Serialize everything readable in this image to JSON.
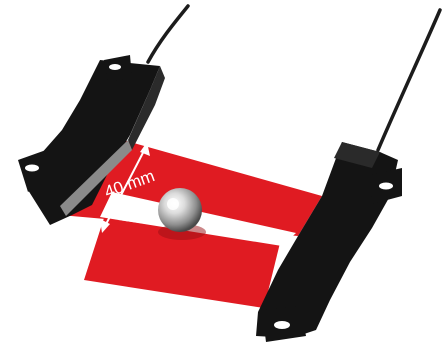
{
  "product": {
    "measurement_label": "40 mm"
  },
  "colors": {
    "background": "#ffffff",
    "light_band": "#e01b22",
    "sensor_body": "#141414",
    "cable": "#1c1c1c",
    "annotation": "#ffffff"
  },
  "icons": {
    "emitter": "fork-sensor-emitter-arm",
    "receiver": "fork-sensor-receiver-arm",
    "object": "steel-ball-icon",
    "dimension": "double-arrow-icon"
  }
}
